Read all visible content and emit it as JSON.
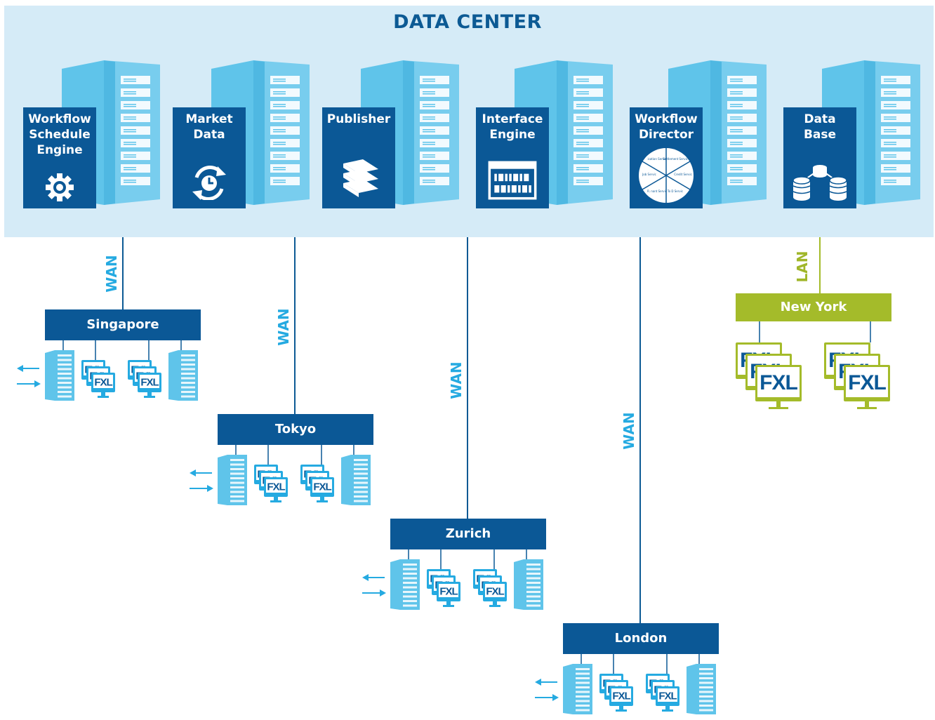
{
  "title": "DATA CENTER",
  "services": [
    {
      "label": "Workflow\nSchedule\nEngine",
      "icon": "gear-icon"
    },
    {
      "label": "Market\nData",
      "icon": "refresh-clock-icon"
    },
    {
      "label": "Publisher",
      "icon": "books-icon"
    },
    {
      "label": "Interface\nEngine",
      "icon": "binary-window-icon"
    },
    {
      "label": "Workflow\nDirector",
      "icon": "pie-wheel-icon"
    },
    {
      "label": "Data\nBase",
      "icon": "database-icon"
    }
  ],
  "director_wheel_labels": [
    "Settlement Servic",
    "Credit Servic",
    "To D Servic",
    "R. nant Servic",
    "Job Servic",
    "ication Servic"
  ],
  "connections": [
    {
      "site": "Singapore",
      "link": "WAN"
    },
    {
      "site": "Tokyo",
      "link": "WAN"
    },
    {
      "site": "Zurich",
      "link": "WAN"
    },
    {
      "site": "London",
      "link": "WAN"
    },
    {
      "site": "New York",
      "link": "LAN"
    }
  ],
  "workstation_label": "FXL",
  "colors": {
    "band": "#d5ebf7",
    "dark_blue": "#0b5896",
    "light_blue": "#25aae1",
    "server_blue": "#5fc4ea",
    "green": "#a4bb2a"
  }
}
